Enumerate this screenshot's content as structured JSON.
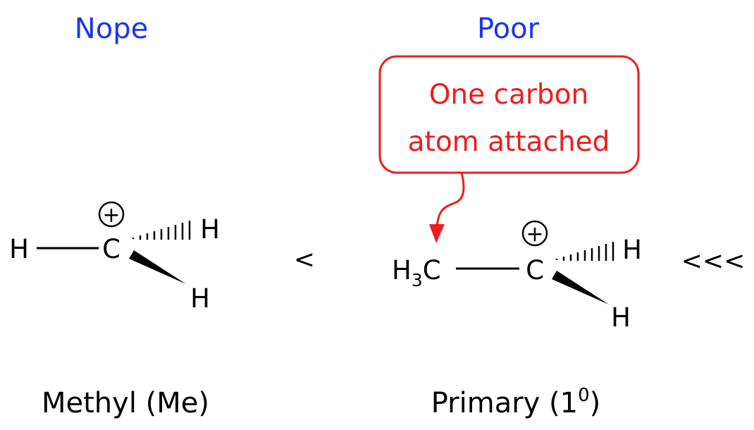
{
  "colors": {
    "heading": "#1a35f0",
    "callout": "#ee1c1c",
    "ink": "#000000"
  },
  "comparison": {
    "less": "<",
    "much_less": "<<<"
  },
  "methyl": {
    "heading": "Nope",
    "atoms": {
      "h_left": "H",
      "carbon": "C",
      "h_top": "H",
      "h_bottom": "H"
    },
    "charge": "+",
    "label": "Methyl (Me)"
  },
  "primary": {
    "heading": "Poor",
    "callout": {
      "line1": "One carbon",
      "line2": "atom attached"
    },
    "atoms": {
      "ch3_h": "H",
      "ch3_sub": "3",
      "ch3_c": "C",
      "carbon": "C",
      "h_top": "H",
      "h_bottom": "H"
    },
    "charge": "+",
    "label": "Primary (1",
    "label_sup": "0",
    "label_close": ")"
  }
}
